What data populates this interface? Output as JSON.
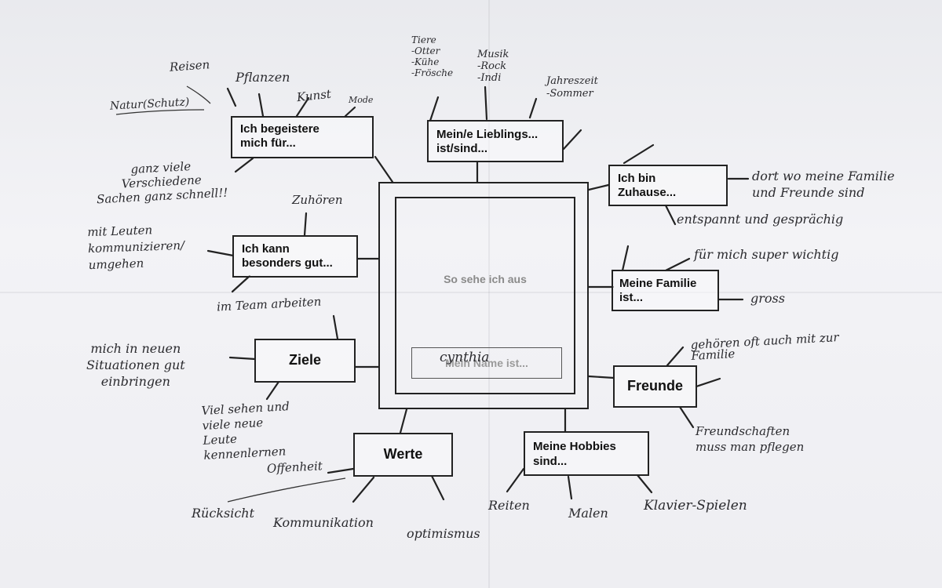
{
  "center": {
    "label": "So sehe ich aus",
    "name_prompt": "Mein Name ist...",
    "name_handwritten": "cynthia"
  },
  "boxes": {
    "begeistere": "Ich begeistere\nmich für...",
    "lieblings": "Mein/e Lieblings...\nist/sind...",
    "zuhause": "Ich bin\nZuhause...",
    "kann": "Ich kann\nbesonders gut...",
    "familie": "Meine Familie\nist...",
    "ziele": "Ziele",
    "freunde": "Freunde",
    "werte": "Werte",
    "hobbies": "Meine Hobbies\nsind..."
  },
  "notes": {
    "reisen": "Reisen",
    "pflanzen": "Pflanzen",
    "kunst": "Kunst",
    "mode": "Mode",
    "natur": "Natur(Schutz)",
    "tiere": "Tiere\n-Otter\n-Kühe\n-Frösche",
    "musik": "Musik\n-Rock\n-Indi",
    "jahreszeit": "Jahreszeit\n-Sommer",
    "ganz_viele": "ganz viele\nVerschiedene\nSachen ganz schnell!!",
    "zuhoeren": "Zuhören",
    "mit_leuten": "mit Leuten\nkommunizieren/\numgehen",
    "im_team": "im Team arbeiten",
    "dort_wo": "dort wo meine Familie\nund Freunde sind",
    "entspannt": "entspannt und gesprächig",
    "fuer_mich": "für mich super wichtig",
    "gross": "gross",
    "mich_in": "mich in neuen\nSituationen gut\neinbringen",
    "viel_sehen": "Viel sehen und\nviele neue\nLeute\nkennenlernen",
    "gehoeren": "gehören oft auch mit zur\nFamilie",
    "freundschaften": "Freundschaften\nmuss man pflegen",
    "offenheit": "Offenheit",
    "ruecksicht": "Rücksicht",
    "kommunikation": "Kommunikation",
    "optimismus": "optimismus",
    "reiten": "Reiten",
    "malen": "Malen",
    "klavier": "Klavier-Spielen"
  }
}
